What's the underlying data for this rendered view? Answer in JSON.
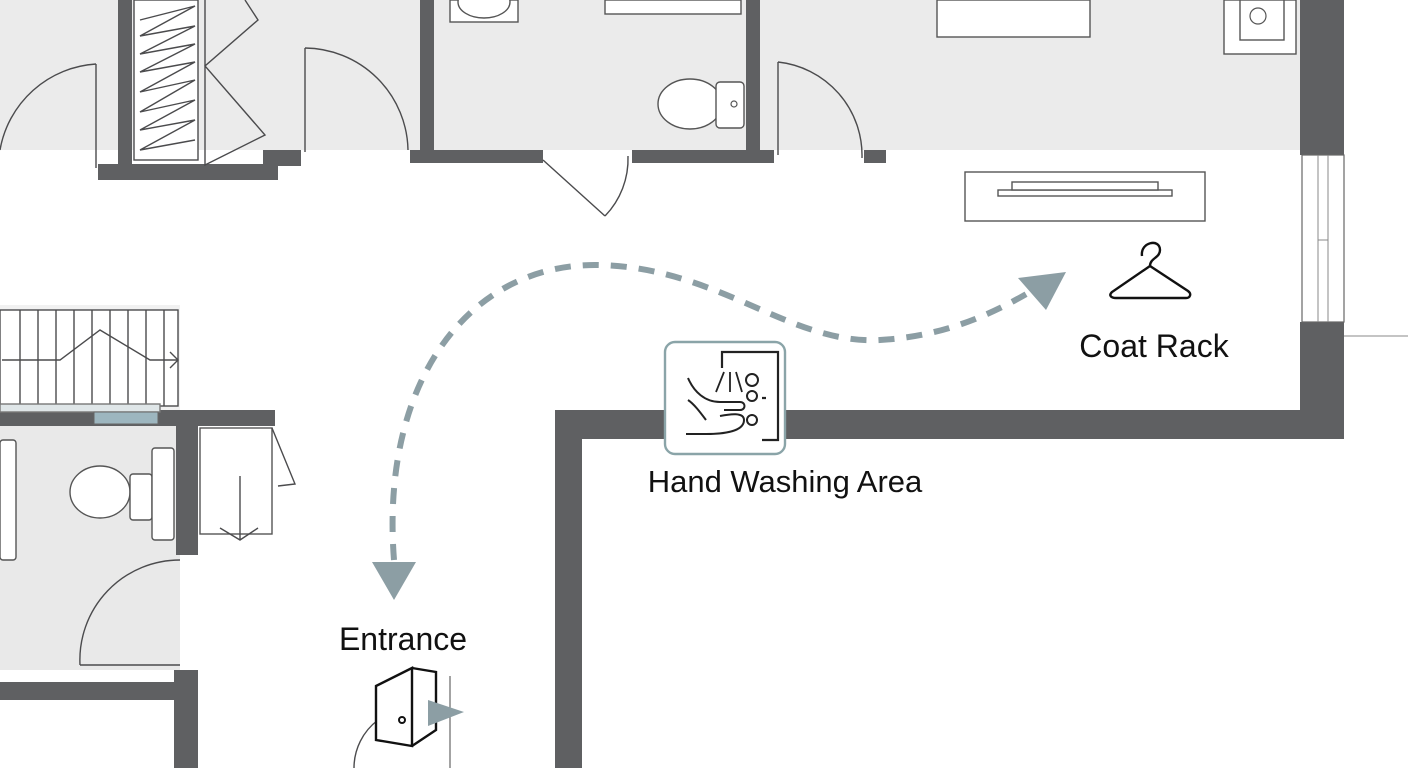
{
  "labels": {
    "entrance": "Entrance",
    "hand_washing": "Hand Washing Area",
    "coat_rack": "Coat Rack"
  },
  "icons": {
    "entrance": "door-icon",
    "hand_washing": "hand-washing-icon",
    "coat_rack": "hanger-icon"
  },
  "colors": {
    "path": "#8c9ea4",
    "wall": "#5f6062",
    "room_shade": "#ebebeb",
    "icon_border": "#8aa4a8",
    "window": "#9db6bf"
  }
}
